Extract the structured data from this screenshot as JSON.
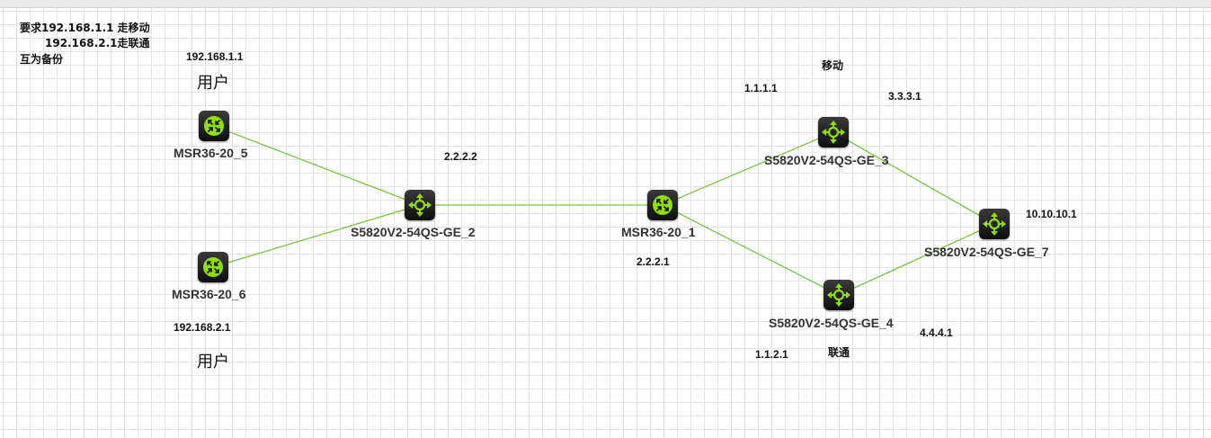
{
  "requirements": {
    "line1": "要求192.168.1.1 走移动",
    "line2": "192.168.2.1走联通",
    "line3": "互为备份"
  },
  "users": {
    "top": {
      "ip": "192.168.1.1",
      "label": "用户"
    },
    "bottom": {
      "ip": "192.168.2.1",
      "label": "用户"
    }
  },
  "devices": {
    "msr5": {
      "name": "MSR36-20_5",
      "kind": "router"
    },
    "msr6": {
      "name": "MSR36-20_6",
      "kind": "router"
    },
    "sw2": {
      "name": "S5820V2-54QS-GE_2",
      "kind": "switch"
    },
    "msr1": {
      "name": "MSR36-20_1",
      "kind": "router"
    },
    "sw3": {
      "name": "S5820V2-54QS-GE_3",
      "kind": "switch"
    },
    "sw4": {
      "name": "S5820V2-54QS-GE_4",
      "kind": "switch"
    },
    "sw7": {
      "name": "S5820V2-54QS-GE_7",
      "kind": "switch"
    }
  },
  "ip_labels": {
    "sw2_ip": "2.2.2.2",
    "msr1_ip": "2.2.2.1",
    "sw3_link_ip": "1.1.1.1",
    "sw3_ip": "3.3.3.1",
    "sw4_link_ip": "1.1.2.1",
    "sw4_ip": "4.4.4.1",
    "sw7_ip": "10.10.10.1"
  },
  "isp_labels": {
    "mobile": "移动",
    "unicom": "联通"
  },
  "colors": {
    "link": "#7dc142",
    "device_bg": "#1a1a1a",
    "device_icon": "#8fe000",
    "grid": "#e3e3e3"
  },
  "links": [
    [
      "msr5",
      "sw2"
    ],
    [
      "msr6",
      "sw2"
    ],
    [
      "sw2",
      "msr1"
    ],
    [
      "msr1",
      "sw3"
    ],
    [
      "msr1",
      "sw4"
    ],
    [
      "sw3",
      "sw7"
    ],
    [
      "sw4",
      "sw7"
    ]
  ]
}
